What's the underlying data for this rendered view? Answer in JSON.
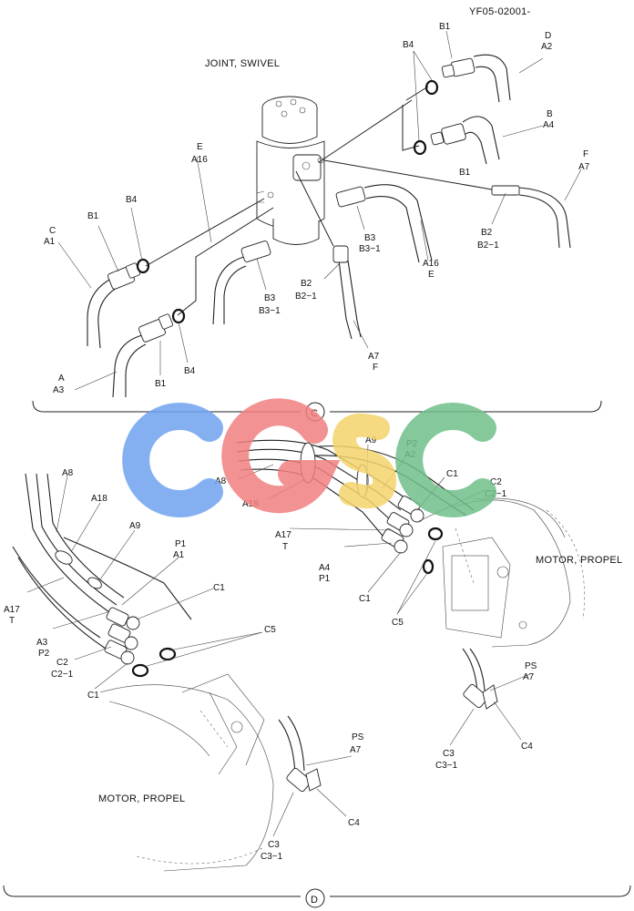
{
  "doc_code": "YF05-02001-",
  "top": {
    "assembly_title": "JOINT, SWIVEL",
    "section_marker": "C",
    "labels": {
      "b1_a": "B1",
      "a2_letter": "D",
      "a2": "A2",
      "b4_top": "B4",
      "a4_letter": "B",
      "a4": "A4",
      "b1_b": "B1",
      "a7_letter": "F",
      "a7": "A7",
      "a16_letter": "E",
      "a16": "A16",
      "b4_left": "B4",
      "a1_letter": "C",
      "a1": "A1",
      "b1_left": "B1",
      "b2_right": "B2",
      "b2_1_right": "B2−1",
      "b3_mid": "B3",
      "b3_1_mid": "B3−1",
      "a16_right": "A16",
      "a16_right_letter": "E",
      "b3_low": "B3",
      "b3_1_low": "B3−1",
      "b2_mid": "B2",
      "b2_1_mid": "B2−1",
      "a7_low": "A7",
      "a7_low_letter": "F",
      "a3_letter": "A",
      "a3": "A3",
      "b1_low": "B1",
      "b4_low": "B4"
    }
  },
  "bottom": {
    "section_marker": "D",
    "motor_right_title": "MOTOR, PROPEL",
    "motor_left_title": "MOTOR, PROPEL",
    "labels": {
      "a9_top": "A9",
      "p2_top": "P2",
      "a2_top": "A2",
      "a8_mid": "A8",
      "a18_mid": "A18",
      "c1_right": "C1",
      "c2_right": "C2",
      "c2_1_right": "C2−1",
      "a17_mid": "A17",
      "t_mid": "T",
      "a4_mid": "A4",
      "p1_mid": "P1",
      "c1_mid_low": "C1",
      "c5_mid": "C5",
      "a8_left": "A8",
      "a18_left": "A18",
      "a9_left": "A9",
      "p1_left": "P1",
      "a1_left": "A1",
      "a17_left": "A17",
      "t_left": "T",
      "c1_left": "C1",
      "a3_left": "A3",
      "p2_left": "P2",
      "c5_left": "C5",
      "c2_left": "C2",
      "c2_1_left": "C2−1",
      "c1_left_low": "C1",
      "ps_right": "PS",
      "a7_right": "A7",
      "c4_right": "C4",
      "c3_right": "C3",
      "c3_1_right": "C3−1",
      "ps_left": "PS",
      "a7_left": "A7",
      "c4_left": "C4",
      "c3_left": "C3",
      "c3_1_left": "C3−1"
    }
  },
  "watermark": {
    "text": "CGSC",
    "colors": [
      "#6fa3f0",
      "#f07f7f",
      "#f4d46c",
      "#70bf8a"
    ]
  }
}
